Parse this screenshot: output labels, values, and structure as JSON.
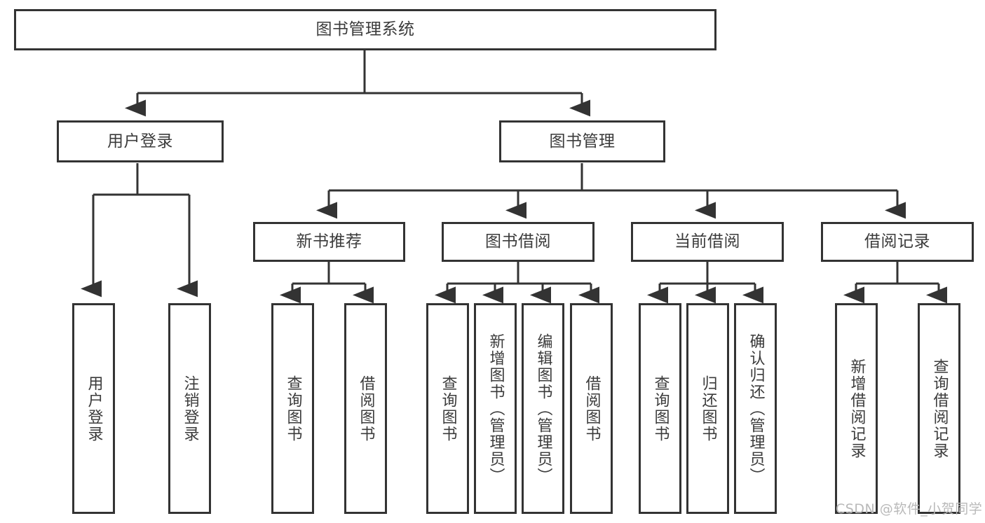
{
  "diagram": {
    "title": "图书管理系统",
    "type": "tree-hierarchy-chart",
    "colors": {
      "box_border": "#333333",
      "box_fill": "#ffffff",
      "connector": "#333333",
      "text": "#3b3b3b",
      "watermark": "#b9b9b9",
      "background": "#ffffff"
    },
    "nodes": {
      "root": {
        "label": "图书管理系统",
        "orientation": "horizontal"
      },
      "level2": [
        {
          "id": "user-login",
          "label": "用户登录",
          "orientation": "horizontal"
        },
        {
          "id": "book-manage",
          "label": "图书管理",
          "orientation": "horizontal"
        }
      ],
      "level3": [
        {
          "id": "new-book-recommend",
          "label": "新书推荐",
          "orientation": "horizontal"
        },
        {
          "id": "book-borrow",
          "label": "图书借阅",
          "orientation": "horizontal"
        },
        {
          "id": "current-borrow",
          "label": "当前借阅",
          "orientation": "horizontal"
        },
        {
          "id": "borrow-record",
          "label": "借阅记录",
          "orientation": "horizontal"
        }
      ],
      "leaves": [
        {
          "id": "leaf-user-login",
          "label": "用户登录",
          "parent": "user-login",
          "orientation": "vertical"
        },
        {
          "id": "leaf-logout-login",
          "label": "注销登录",
          "parent": "user-login",
          "orientation": "vertical"
        },
        {
          "id": "leaf-query-book-1",
          "label": "查询图书",
          "parent": "new-book-recommend",
          "orientation": "vertical"
        },
        {
          "id": "leaf-borrow-book-1",
          "label": "借阅图书",
          "parent": "new-book-recommend",
          "orientation": "vertical"
        },
        {
          "id": "leaf-query-book-2",
          "label": "查询图书",
          "parent": "book-borrow",
          "orientation": "vertical"
        },
        {
          "id": "leaf-add-book",
          "label": "新增图书（管理员）",
          "parent": "book-borrow",
          "orientation": "vertical"
        },
        {
          "id": "leaf-edit-book",
          "label": "编辑图书（管理员）",
          "parent": "book-borrow",
          "orientation": "vertical"
        },
        {
          "id": "leaf-borrow-book-2",
          "label": "借阅图书",
          "parent": "book-borrow",
          "orientation": "vertical"
        },
        {
          "id": "leaf-query-book-3",
          "label": "查询图书",
          "parent": "current-borrow",
          "orientation": "vertical"
        },
        {
          "id": "leaf-return-book",
          "label": "归还图书",
          "parent": "current-borrow",
          "orientation": "vertical"
        },
        {
          "id": "leaf-confirm-return",
          "label": "确认归还（管理员）",
          "parent": "current-borrow",
          "orientation": "vertical"
        },
        {
          "id": "leaf-add-record",
          "label": "新增借阅记录",
          "parent": "borrow-record",
          "orientation": "vertical"
        },
        {
          "id": "leaf-query-record",
          "label": "查询借阅记录",
          "parent": "borrow-record",
          "orientation": "vertical"
        }
      ]
    }
  },
  "watermark": {
    "text": "CSDN @软件_小贺同学"
  }
}
